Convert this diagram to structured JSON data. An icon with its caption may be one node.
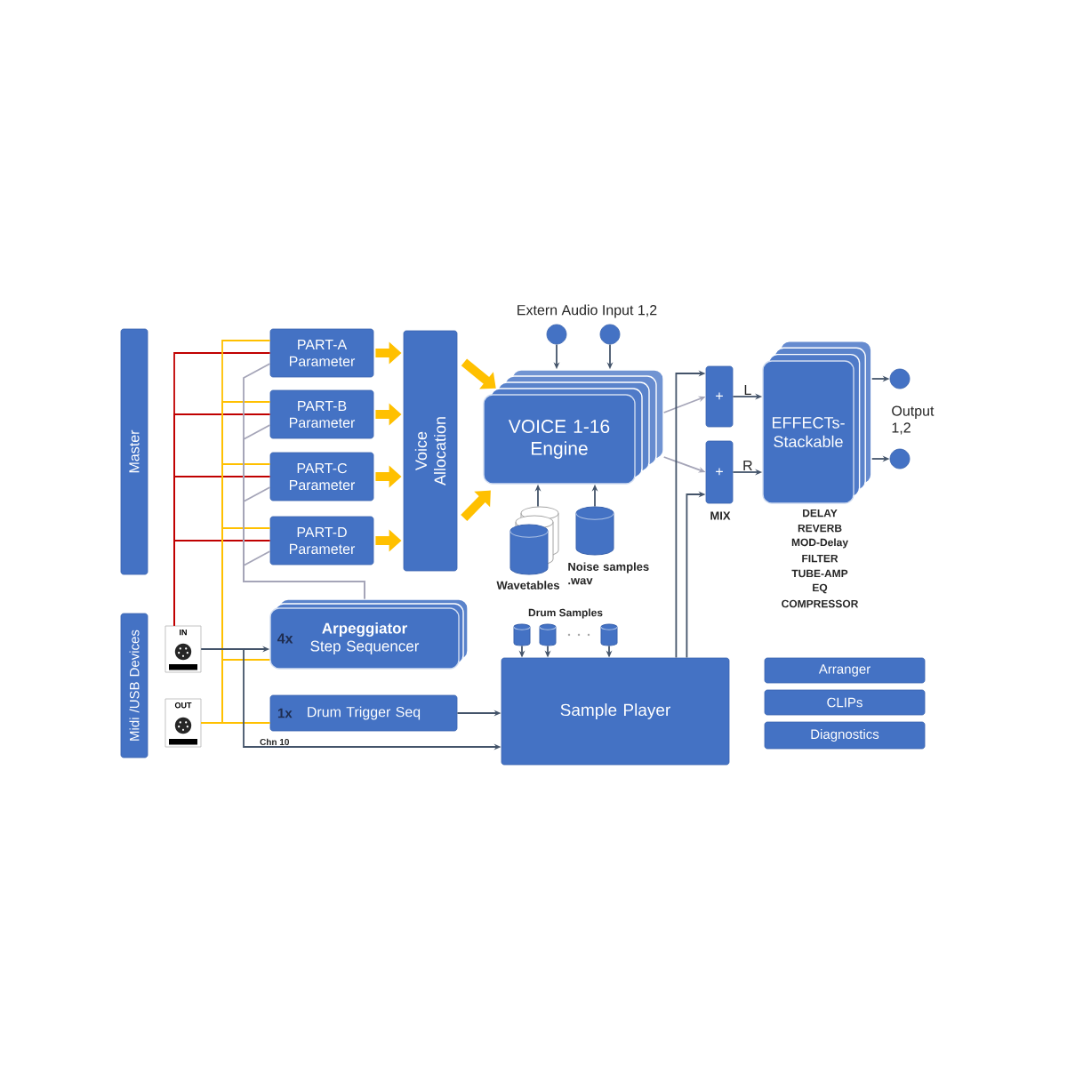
{
  "diagram": {
    "nodes": [
      {
        "text": [
          "Master"
        ]
      },
      {
        "text": [
          "PART-A Parameter"
        ]
      },
      {
        "text": [
          "PART-B Parameter"
        ]
      },
      {
        "text": [
          "PART-C Parameter"
        ]
      },
      {
        "text": [
          "PART-D Parameter"
        ]
      },
      {
        "text": [
          "Voice Allocation"
        ]
      },
      {
        "text": [],
        "shape": "circle"
      },
      {
        "text": [],
        "shape": "circle"
      },
      {
        "text": [
          "VOICE 1-16 Engine"
        ]
      },
      {
        "text": [],
        "shape": "cylinder",
        "beside": [
          "Wavetables"
        ]
      },
      {
        "text": [],
        "shape": "cylinder",
        "beside": [
          "Noise samples .wav"
        ]
      },
      {
        "text": [
          "+"
        ]
      },
      {
        "text": [
          "+"
        ]
      },
      {
        "text": [
          "EFFECTs-Stackable"
        ],
        "beside": [
          "DELAY",
          "REVERB",
          "MOD-Delay",
          "FILTER",
          "TUBE-AMP",
          "EQ",
          "COMPRESSOR"
        ]
      },
      {
        "text": [],
        "shape": "circle"
      },
      {
        "text": [],
        "shape": "circle"
      },
      {
        "text": [
          "Midi /USB Devices"
        ]
      },
      {
        "text": [
          "IN"
        ]
      },
      {
        "text": [
          "4x",
          "Arpeggiator",
          "Step Sequencer"
        ]
      },
      {
        "text": [
          "1x",
          "Drum Trigger Seq"
        ]
      },
      {
        "text": [
          "OUT"
        ]
      },
      {
        "text": [],
        "shape": "cylinder"
      },
      {
        "text": [],
        "shape": "cylinder"
      },
      {
        "text": [],
        "shape": "cylinder"
      },
      {
        "text": [
          "Sample Player"
        ]
      },
      {
        "text": [
          "Arranger"
        ]
      },
      {
        "text": [
          "CLIPs"
        ]
      },
      {
        "text": [
          "Diagnostics"
        ]
      }
    ],
    "edges": [
      {
        "from": 1,
        "to": 5,
        "arrow": "to",
        "style": "thick",
        "color": "#ffc000"
      },
      {
        "from": 2,
        "to": 5,
        "arrow": "to",
        "style": "thick",
        "color": "#ffc000"
      },
      {
        "from": 3,
        "to": 5,
        "arrow": "to",
        "style": "thick",
        "color": "#ffc000"
      },
      {
        "from": 4,
        "to": 5,
        "arrow": "to",
        "style": "thick",
        "color": "#ffc000"
      },
      {
        "from": 5,
        "to": 8,
        "arrow": "to",
        "style": "thick",
        "color": "#ffc000"
      },
      {
        "from": 5,
        "to": 8,
        "arrow": "to",
        "style": "thick",
        "color": "#ffc000"
      },
      {
        "from": 6,
        "to": 8,
        "arrow": "to"
      },
      {
        "from": 7,
        "to": 8,
        "arrow": "to"
      },
      {
        "from": 9,
        "to": 8,
        "arrow": "to"
      },
      {
        "from": 10,
        "to": 8,
        "arrow": "to"
      },
      {
        "from": 8,
        "to": 11,
        "arrow": "to",
        "color": "#a5a5b8"
      },
      {
        "from": 8,
        "to": 12,
        "arrow": "to",
        "color": "#a5a5b8"
      },
      {
        "from": 11,
        "to": 13,
        "arrow": "to",
        "label": "L"
      },
      {
        "from": 12,
        "to": 13,
        "arrow": "to",
        "label": "R"
      },
      {
        "from": 13,
        "to": 14,
        "arrow": "to"
      },
      {
        "from": 13,
        "to": 15,
        "arrow": "to"
      },
      {
        "from": 17,
        "to": 1,
        "arrow": "none",
        "color": "#c00000"
      },
      {
        "from": 17,
        "to": 2,
        "arrow": "none",
        "color": "#c00000"
      },
      {
        "from": 17,
        "to": 3,
        "arrow": "none",
        "color": "#c00000"
      },
      {
        "from": 17,
        "to": 4,
        "arrow": "none",
        "color": "#c00000"
      },
      {
        "from": 1,
        "to": 20,
        "arrow": "none",
        "color": "#ffc000"
      },
      {
        "from": 2,
        "to": 20,
        "arrow": "none",
        "color": "#ffc000"
      },
      {
        "from": 3,
        "to": 20,
        "arrow": "none",
        "color": "#ffc000"
      },
      {
        "from": 4,
        "to": 20,
        "arrow": "none",
        "color": "#ffc000"
      },
      {
        "from": 18,
        "to": 20,
        "arrow": "none",
        "color": "#ffc000"
      },
      {
        "from": 19,
        "to": 20,
        "arrow": "none",
        "color": "#ffc000"
      },
      {
        "from": 17,
        "to": 18,
        "arrow": "to"
      },
      {
        "from": 17,
        "to": 24,
        "arrow": "to",
        "label": "Chn 10"
      },
      {
        "from": 18,
        "to": 1,
        "arrow": "none",
        "color": "#a5a5b8"
      },
      {
        "from": 18,
        "to": 2,
        "arrow": "none",
        "color": "#a5a5b8"
      },
      {
        "from": 18,
        "to": 3,
        "arrow": "none",
        "color": "#a5a5b8"
      },
      {
        "from": 18,
        "to": 4,
        "arrow": "none",
        "color": "#a5a5b8"
      },
      {
        "from": 19,
        "to": 24,
        "arrow": "to"
      },
      {
        "from": 24,
        "to": 11,
        "arrow": "to"
      },
      {
        "from": 24,
        "to": 12,
        "arrow": "to"
      },
      {
        "from": 21,
        "to": 24,
        "arrow": "to"
      },
      {
        "from": 22,
        "to": 24,
        "arrow": "to"
      },
      {
        "from": 23,
        "to": 24,
        "arrow": "to"
      }
    ],
    "labels": [
      "Extern Audio Input 1,2",
      "Output 1,2",
      "MIX",
      "Drum Samples"
    ]
  }
}
